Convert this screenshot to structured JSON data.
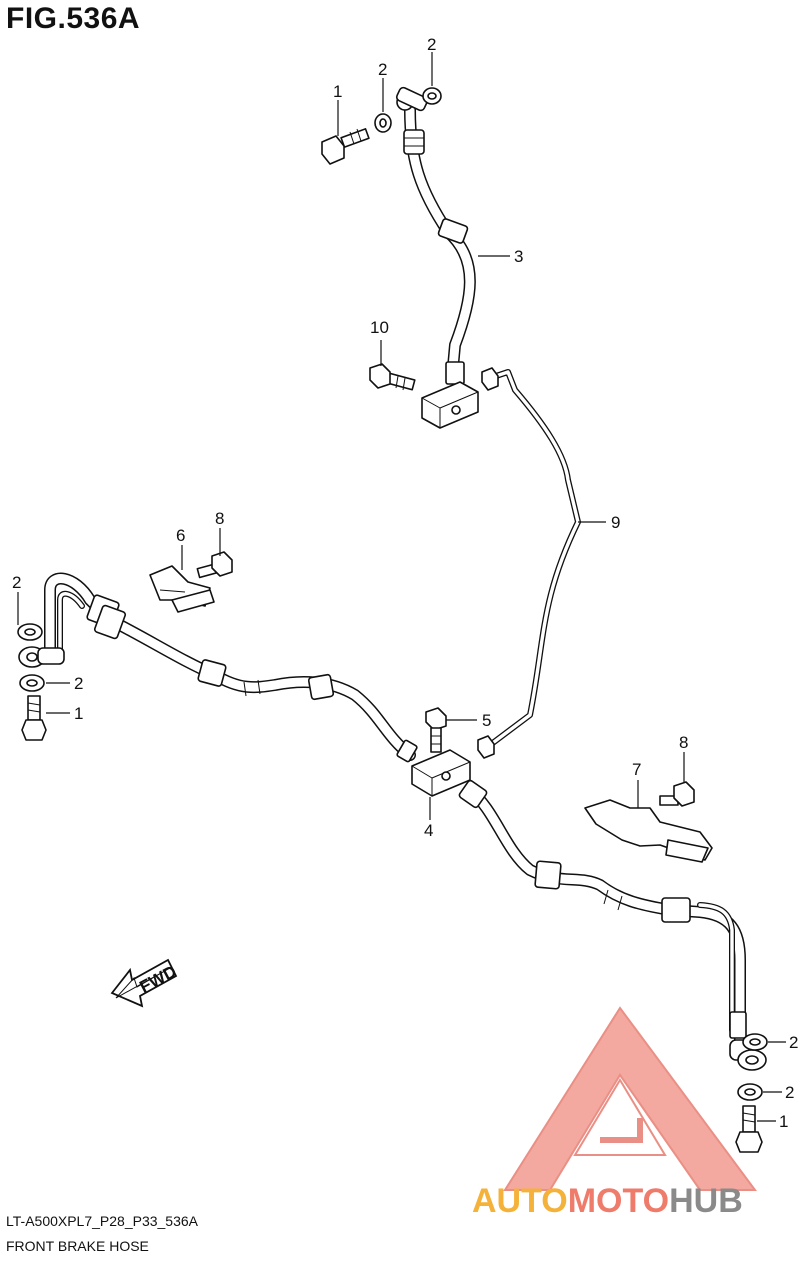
{
  "figure": {
    "title": "FIG.536A",
    "code": "LT-A500XPL7_P28_P33_536A",
    "caption": "FRONT BRAKE HOSE"
  },
  "callouts": {
    "top_bolt": "1",
    "top_washer_a": "2",
    "top_washer_b": "2",
    "upper_hose": "3",
    "bolt_10": "10",
    "brake_pipe": "9",
    "bracket_6": "6",
    "bolt_8_left": "8",
    "left_washer_top": "2",
    "left_washer_bottom": "2",
    "left_bolt": "1",
    "joint_bolt": "5",
    "joint": "4",
    "bracket_7": "7",
    "bolt_8_right": "8",
    "right_washer_top": "2",
    "right_washer_bottom": "2",
    "right_bolt": "1"
  },
  "direction_label": "FWD",
  "watermark": {
    "word_a": "AUTO",
    "word_b": "MOTO",
    "word_c": "HUB",
    "color_a": "#f5b23a",
    "color_b": "#ef7b6b",
    "color_c": "#8a8a8a",
    "logo_color": "#f08a80"
  }
}
